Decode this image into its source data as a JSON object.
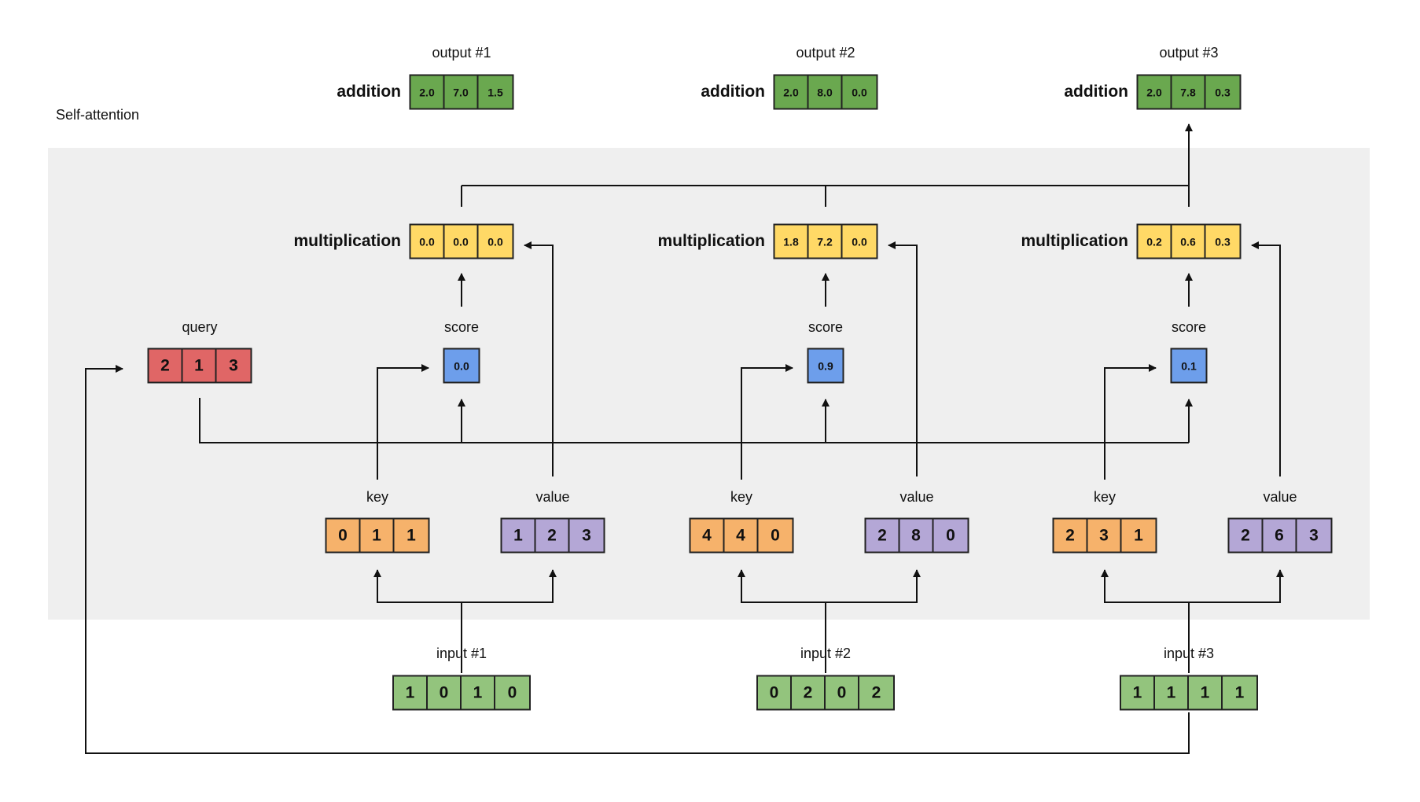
{
  "title": "Self-attention",
  "labels": {
    "query": "query",
    "key": "key",
    "value": "value",
    "score": "score",
    "multiplication": "multiplication",
    "addition": "addition"
  },
  "colors": {
    "background_panel": "#efefef",
    "input": "#93c47d",
    "output": "#6aa84f",
    "query": "#e06666",
    "key": "#f6b26b",
    "value": "#b4a7d6",
    "score": "#6d9eeb",
    "multiplication": "#ffd966"
  },
  "query_vector": [
    "2",
    "1",
    "3"
  ],
  "units": [
    {
      "input_label": "input #1",
      "input": [
        "1",
        "0",
        "1",
        "0"
      ],
      "key": [
        "0",
        "1",
        "1"
      ],
      "value": [
        "1",
        "2",
        "3"
      ],
      "score": "0.0",
      "multiplication": [
        "0.0",
        "0.0",
        "0.0"
      ],
      "output_label": "output #1",
      "output": [
        "2.0",
        "7.0",
        "1.5"
      ]
    },
    {
      "input_label": "input #2",
      "input": [
        "0",
        "2",
        "0",
        "2"
      ],
      "key": [
        "4",
        "4",
        "0"
      ],
      "value": [
        "2",
        "8",
        "0"
      ],
      "score": "0.9",
      "multiplication": [
        "1.8",
        "7.2",
        "0.0"
      ],
      "output_label": "output #2",
      "output": [
        "2.0",
        "8.0",
        "0.0"
      ]
    },
    {
      "input_label": "input #3",
      "input": [
        "1",
        "1",
        "1",
        "1"
      ],
      "key": [
        "2",
        "3",
        "1"
      ],
      "value": [
        "2",
        "6",
        "3"
      ],
      "score": "0.1",
      "multiplication": [
        "0.2",
        "0.6",
        "0.3"
      ],
      "output_label": "output #3",
      "output": [
        "2.0",
        "7.8",
        "0.3"
      ]
    }
  ]
}
